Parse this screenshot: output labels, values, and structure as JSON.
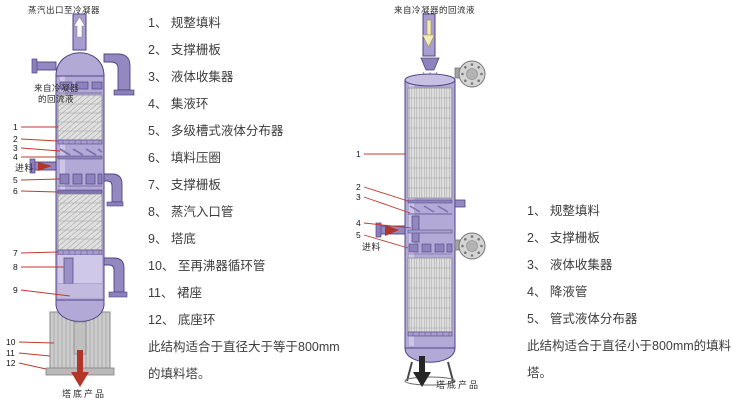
{
  "left_figure": {
    "top_label": "蒸汽出口至冷凝器",
    "reflux_label_line1": "来自冷凝器",
    "reflux_label_line2": "的回流液",
    "feed_label": "进料",
    "bottom_label": "塔底产品",
    "callouts": [
      "1",
      "2",
      "3",
      "4",
      "5",
      "6",
      "7",
      "8",
      "9",
      "10",
      "11",
      "12"
    ]
  },
  "left_list": {
    "items": [
      "1、 规整填料",
      "2、 支撑栅板",
      "3、 液体收集器",
      "4、 集液环",
      "5、 多级槽式液体分布器",
      "6、 填料压圈",
      "7、 支撑栅板",
      "8、 蒸汽入口管",
      "9、 塔底",
      "10、 至再沸器循环管",
      "11、 裙座",
      "12、 底座环"
    ],
    "note_line1": "此结构适合于直径大于等于800mm",
    "note_line2": "的填料塔。"
  },
  "right_figure": {
    "top_label": "来自冷凝器的回流液",
    "feed_label": "进料",
    "bottom_label": "塔底产品",
    "callouts": [
      "1",
      "2",
      "3",
      "4",
      "5"
    ]
  },
  "right_list": {
    "items": [
      "1、 规整填料",
      "2、 支撑栅板",
      "3、 液体收集器",
      "4、 降液管",
      "5、 管式液体分布器"
    ],
    "note_line1": "此结构适合于直径小于800mm的填料",
    "note_line2": "塔。"
  },
  "colors": {
    "shell": "#b3a9d6",
    "shell_stroke": "#4f4586",
    "packing": "#dedede",
    "leader_red": "#c23a2e",
    "text": "#3d3d3d"
  }
}
